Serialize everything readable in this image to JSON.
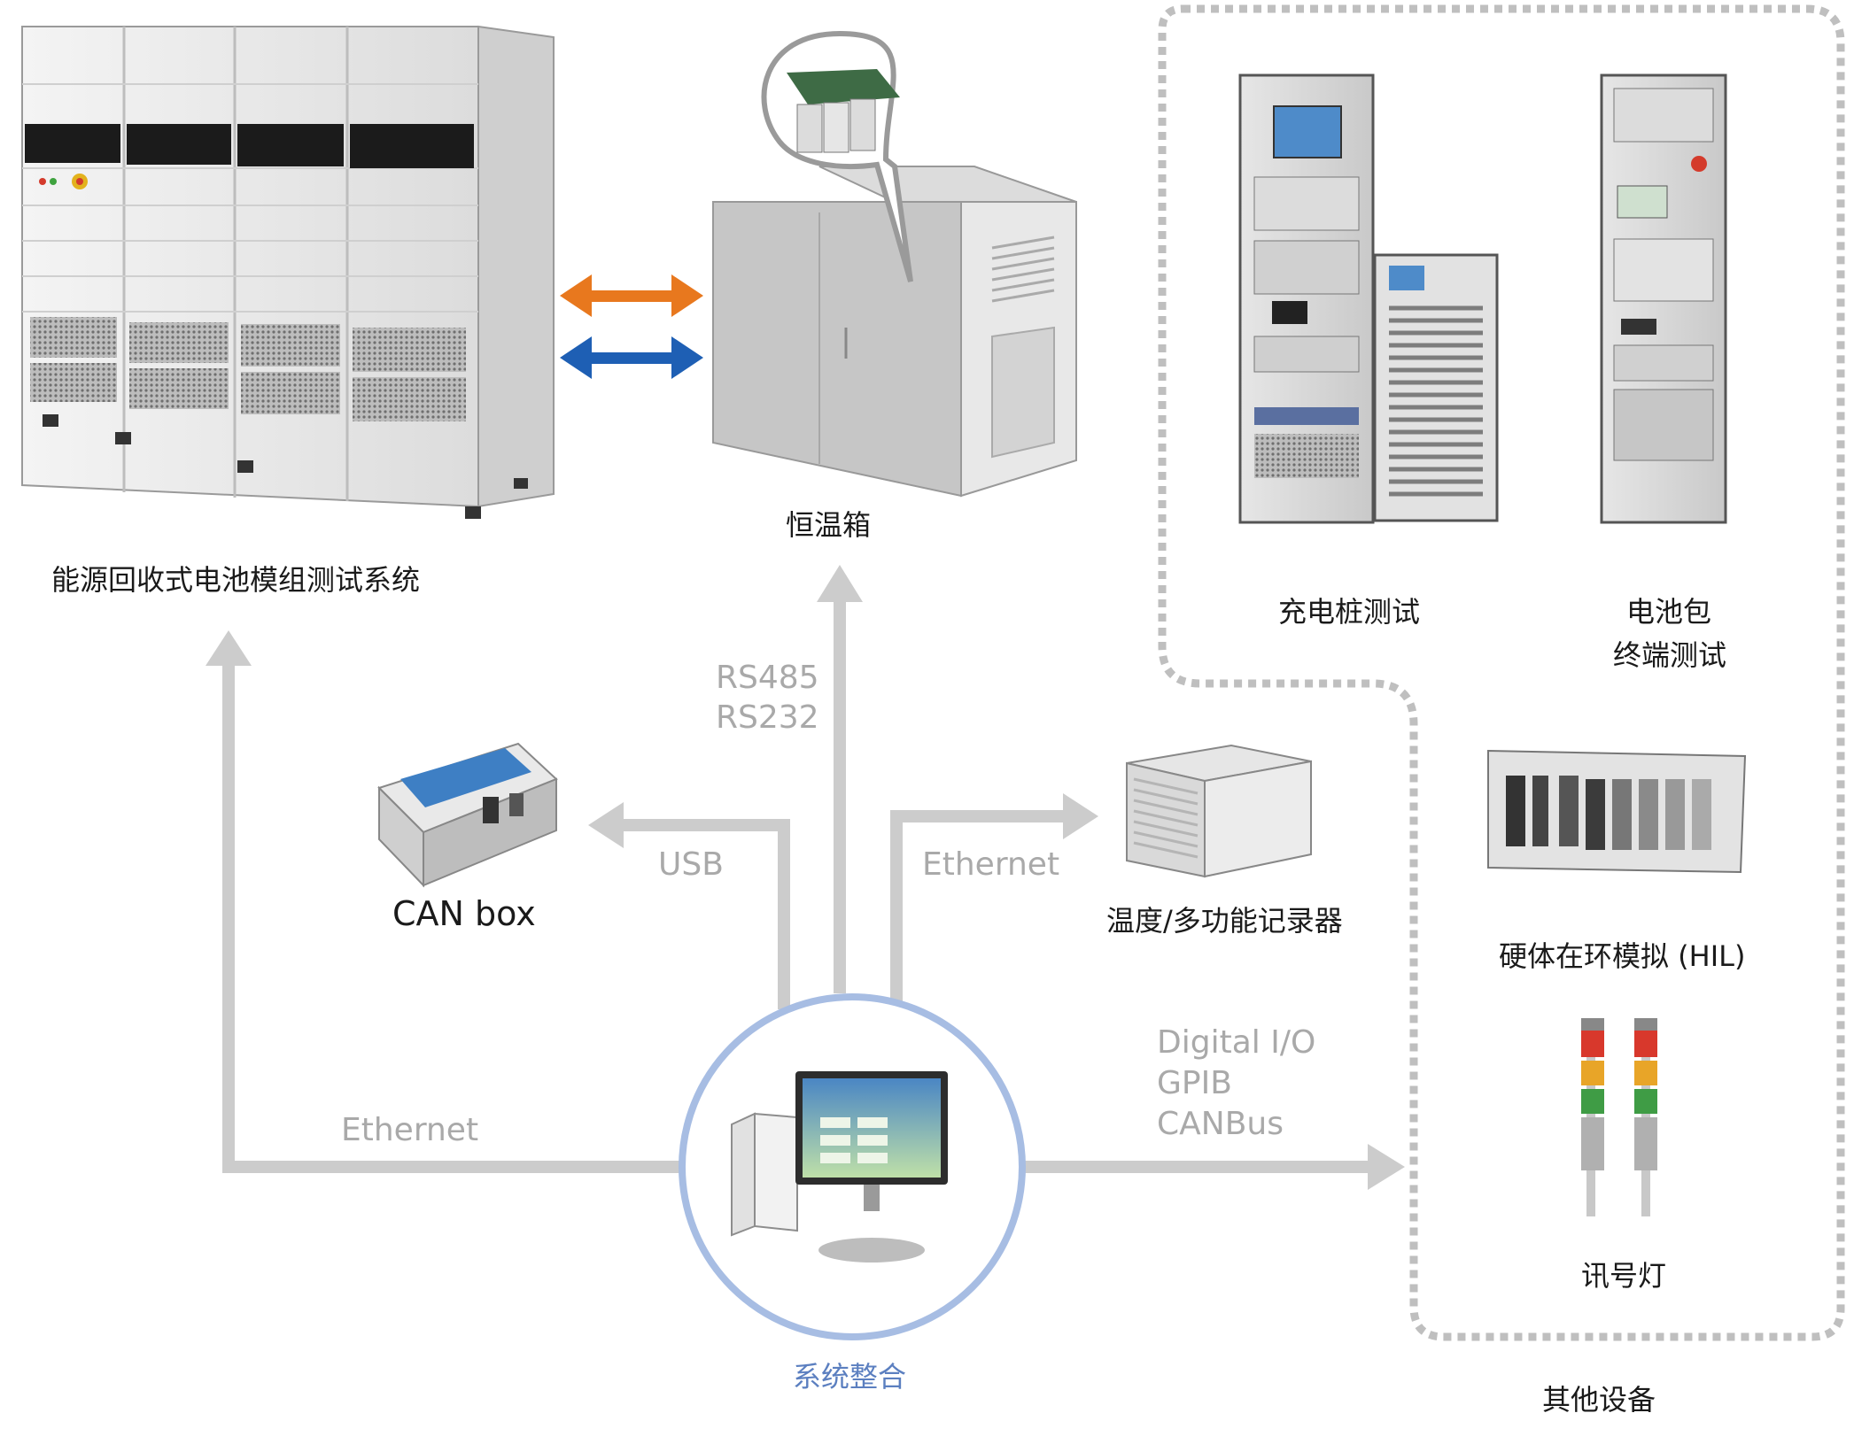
{
  "devices": {
    "energy_system": "能源回收式电池模组测试系统",
    "chamber": "恒温箱",
    "charging_pile": "充电桩测试",
    "battery_pack_line1": "电池包",
    "battery_pack_line2": "终端测试",
    "can_box": "CAN box",
    "recorder": "温度/多功能记录器",
    "hil": "硬体在环模拟 (HIL)",
    "signal_light": "讯号灯",
    "integration": "系统整合",
    "other_equipment": "其他设备"
  },
  "connections": {
    "ethernet_left": "Ethernet",
    "rs485": "RS485",
    "rs232": "RS232",
    "usb": "USB",
    "ethernet_right": "Ethernet",
    "digital_io": "Digital I/O",
    "gpib": "GPIB",
    "canbus": "CANBus"
  },
  "colors": {
    "connector_gray": "#cccccc",
    "label_gray": "#a9a9a9",
    "orange_arrow": "#e8781e",
    "blue_arrow": "#1e5fb4",
    "integration_blue": "#5b7fc0",
    "ring_blue": "#a7bde3"
  }
}
